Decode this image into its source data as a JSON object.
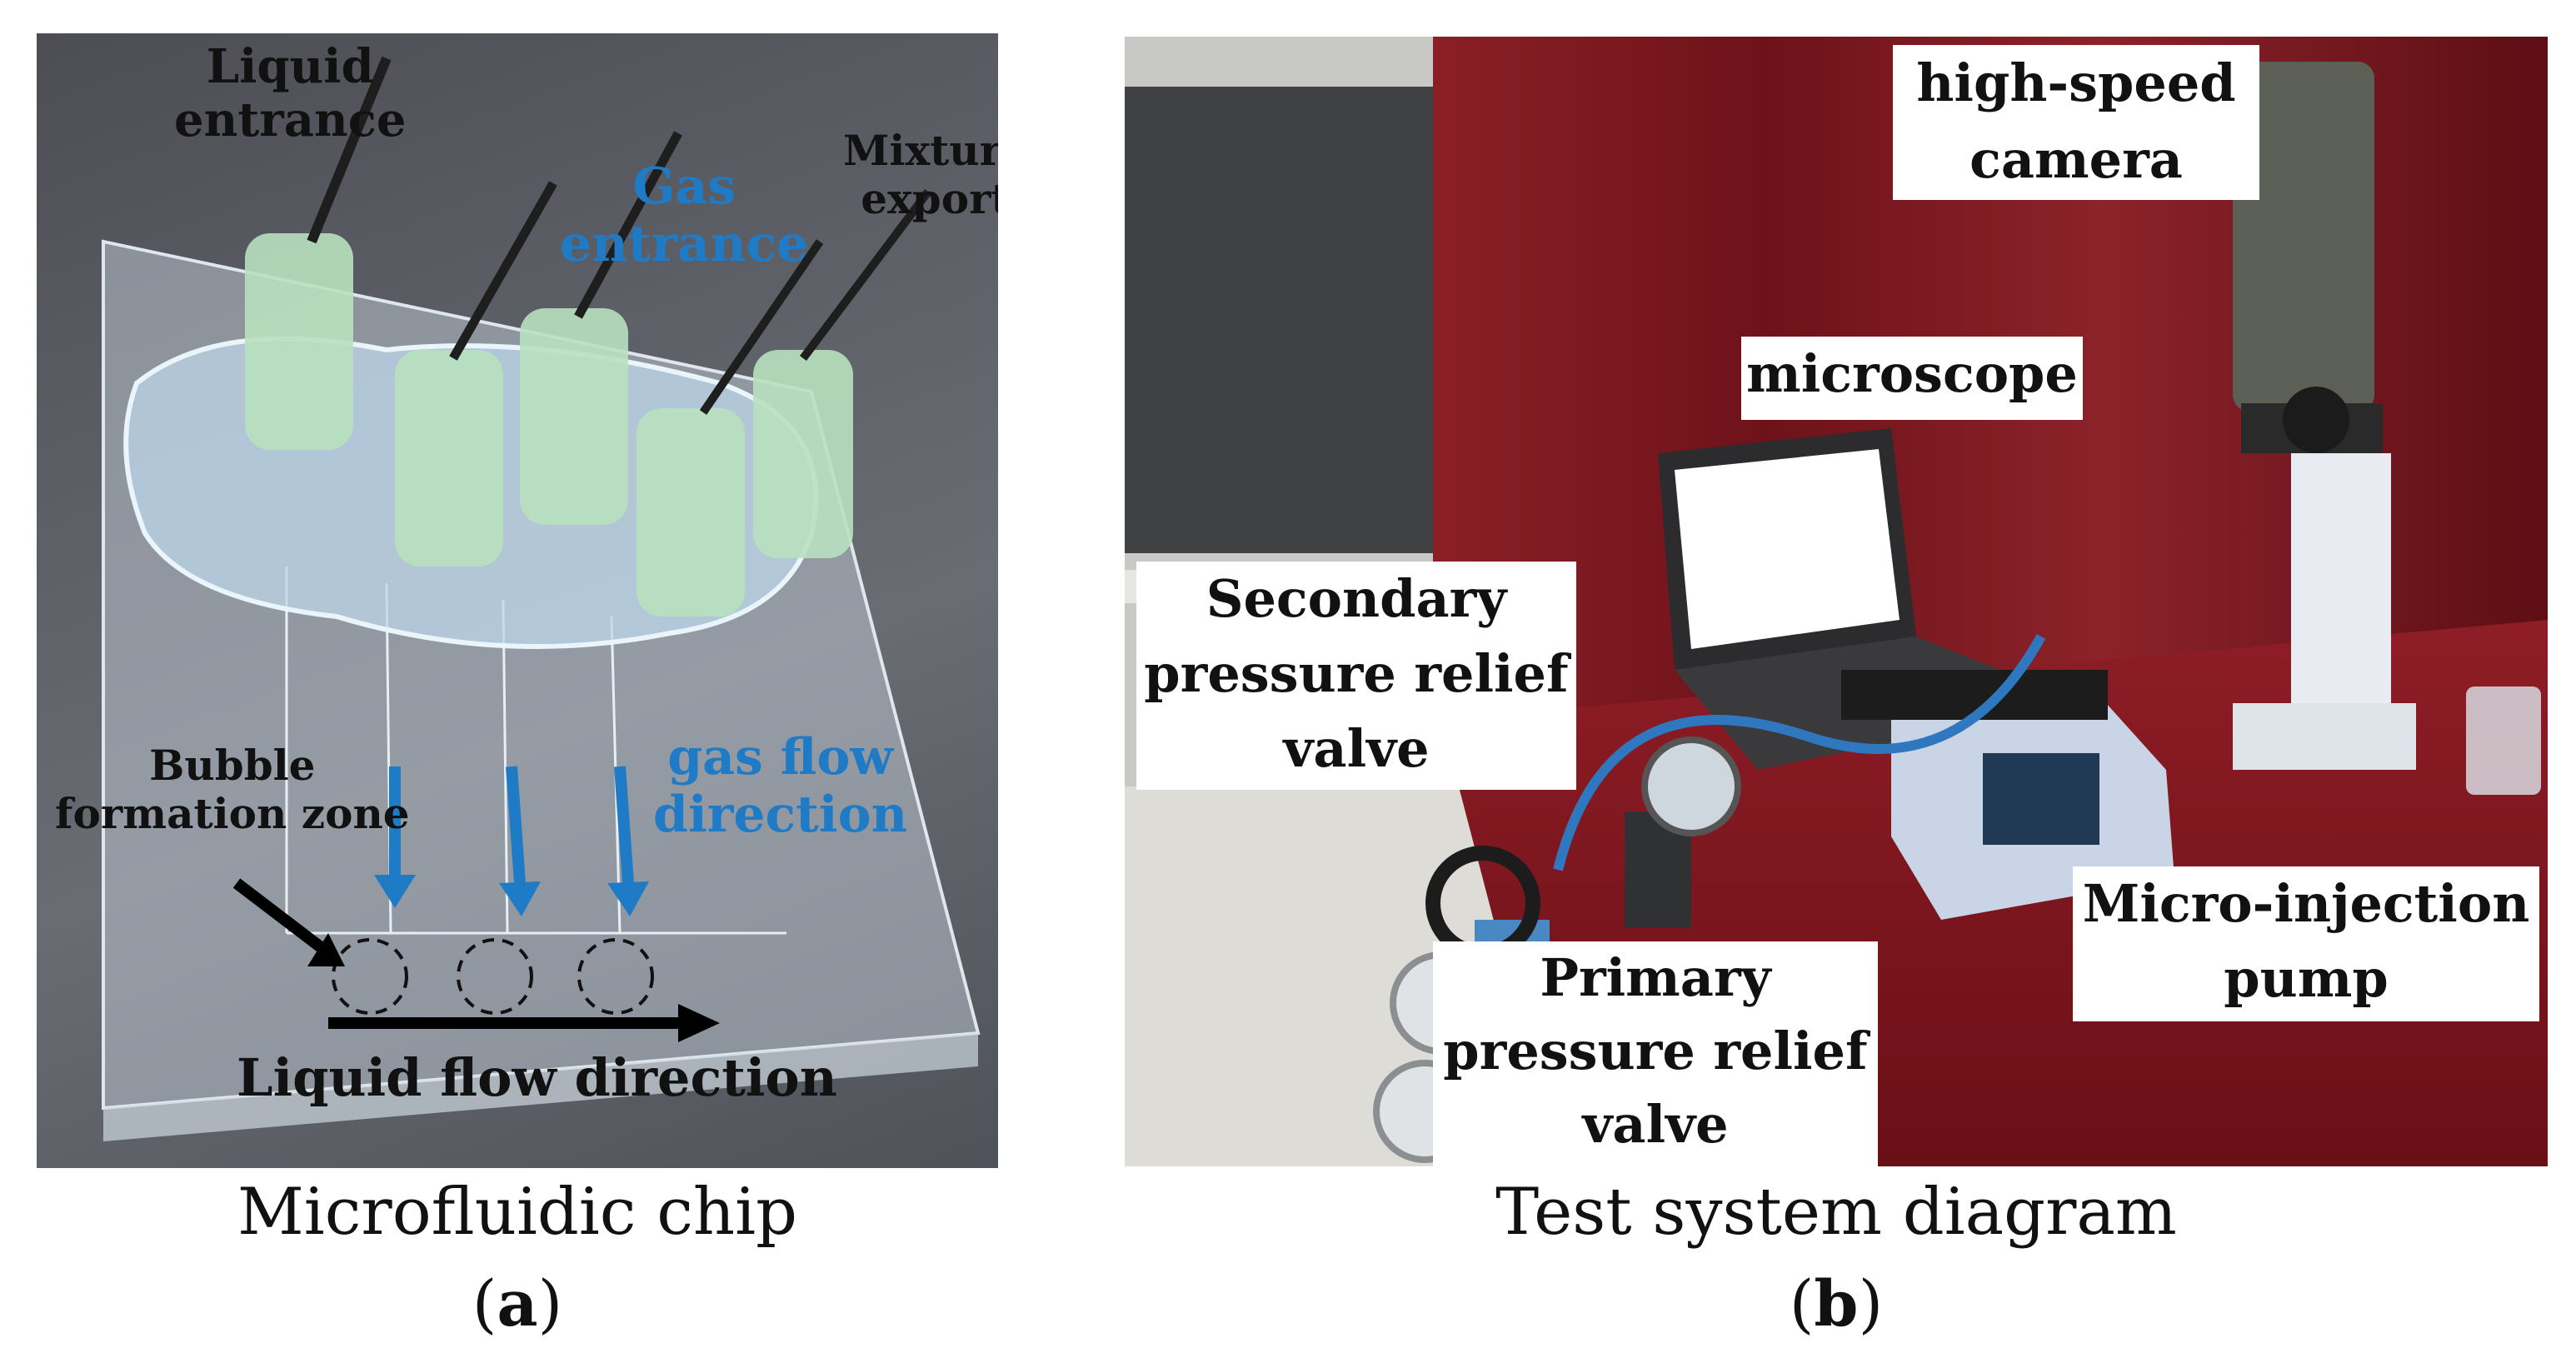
{
  "panel_a": {
    "labels": {
      "liquid_entrance_1": "Liquid",
      "liquid_entrance_2": "entrance",
      "gas_entrance_1": "Gas",
      "gas_entrance_2": "entrance",
      "mixture_export_1": "Mixture",
      "mixture_export_2": "export",
      "bubble_zone_1": "Bubble",
      "bubble_zone_2": "formation zone",
      "gas_flow_1": "gas flow",
      "gas_flow_2": "direction",
      "liquid_flow": "Liquid flow direction"
    },
    "caption": "Microfluidic chip",
    "sublabel": "a"
  },
  "panel_b": {
    "labels": {
      "camera_1": "high-speed",
      "camera_2": "camera",
      "microscope": "microscope",
      "secondary_1": "Secondary",
      "secondary_2": "pressure relief",
      "secondary_3": "valve",
      "pump_1": "Micro-injection",
      "pump_2": "pump",
      "primary_1": "Primary",
      "primary_2": "pressure relief",
      "primary_3": "valve"
    },
    "caption": "Test system diagram",
    "sublabel": "b"
  },
  "colors": {
    "blue_label": "#1f7bc6",
    "dark_label": "#111111",
    "curtain": "#7a1c22"
  }
}
